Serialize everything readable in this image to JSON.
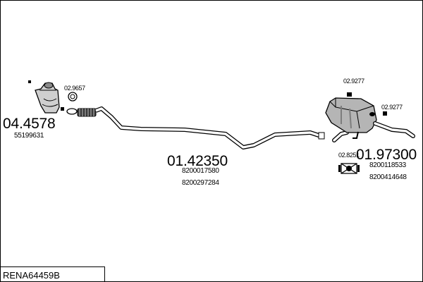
{
  "parts": {
    "front_cat": {
      "number": "04.4578",
      "oem": [
        "55199631"
      ]
    },
    "front_clamp": {
      "number": "02.9657"
    },
    "middle_pipe": {
      "number": "01.42350",
      "oem": [
        "8200017580",
        "8200297284"
      ]
    },
    "rear_silencer": {
      "number": "01.97300",
      "oem": [
        "8200118533",
        "8200414648"
      ]
    },
    "rear_hanger_top": {
      "number": "02.9277"
    },
    "rear_hanger_right": {
      "number": "02.9277"
    },
    "rear_mount": {
      "number": "02.8251"
    }
  },
  "reference": "RENA64459B",
  "colors": {
    "line": "#000000",
    "fill": "#bdbdbd",
    "dark": "#3a3a3a",
    "background": "#ffffff"
  }
}
